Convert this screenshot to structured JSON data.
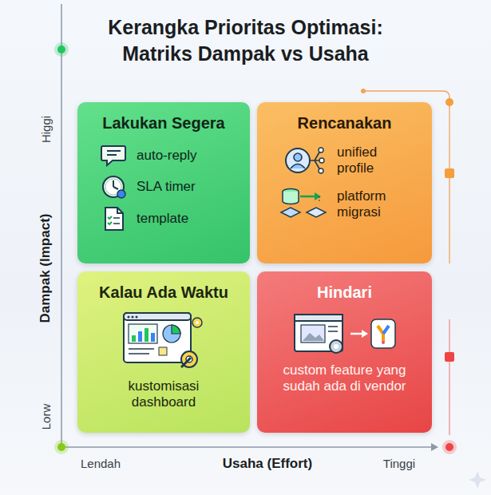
{
  "diagram": {
    "title": "Kerangka Prioritas Optimasi: Matriks Dampak vs Usaha",
    "nodes": [
      {
        "text": [
          "Lakukan Segera",
          "auto-reply",
          "SLA timer",
          "template"
        ]
      },
      {
        "text": [
          "Rencanakan",
          "unified profile",
          "platform migrasi"
        ]
      },
      {
        "text": [
          "Kalau Ada Waktu",
          "kustomisasi dashboard"
        ]
      },
      {
        "text": [
          "Hindari",
          "custom feature yang sudah ada di vendor"
        ]
      }
    ],
    "labels": [
      "Higgi",
      "Dampak (Impact)",
      "Lorw",
      "Lendah",
      "Usaha (Effort)",
      "Tinggi"
    ]
  }
}
